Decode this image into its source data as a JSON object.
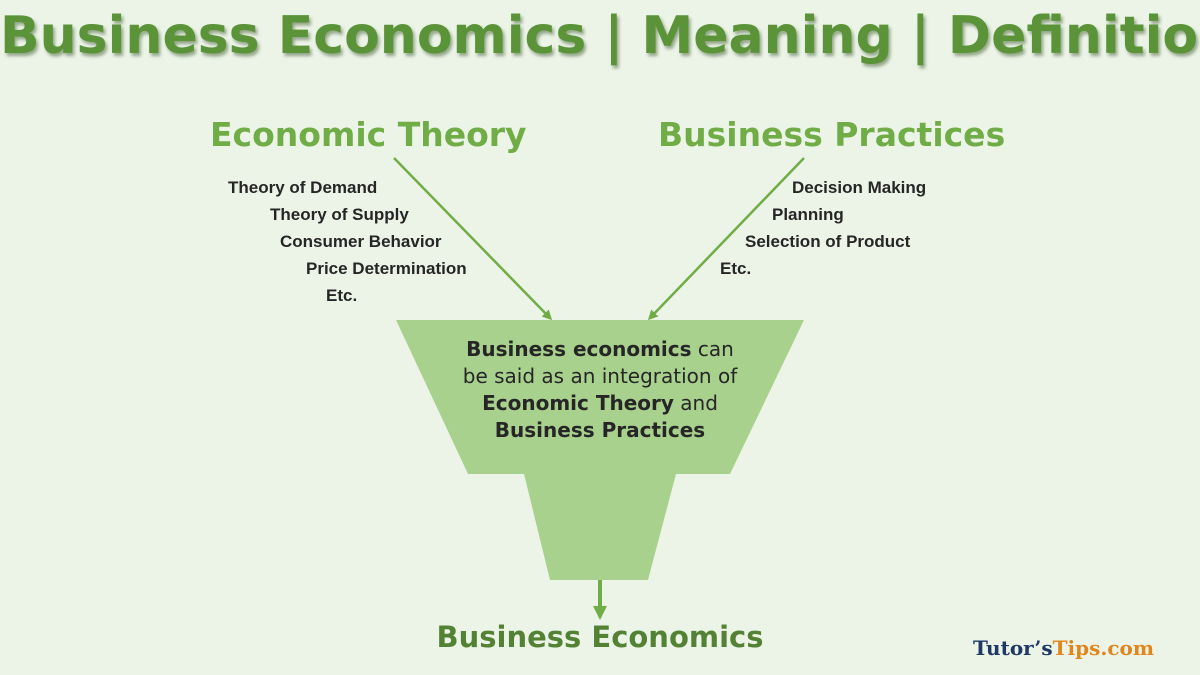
{
  "title": "Business Economics | Meaning | Definition",
  "left": {
    "heading": "Economic Theory",
    "items": [
      "Theory of Demand",
      "Theory of Supply",
      "Consumer Behavior",
      "Price Determination",
      "Etc."
    ]
  },
  "right": {
    "heading": "Business Practices",
    "items": [
      "Decision Making",
      "Planning",
      "Selection of Product",
      "Etc."
    ]
  },
  "funnel": {
    "line1_bold": "Business economics",
    "line1_rest": " can",
    "line2": "be said as an integration of",
    "line3_bold": "Economic Theory",
    "line3_rest": " and",
    "line4_bold": "Business Practices"
  },
  "result": "Business Economics",
  "brand": {
    "part1": "Tutor’s",
    "part2": "Tips.com"
  },
  "colors": {
    "accent": "#70ad47",
    "funnel": "#a9d18e",
    "dark_green": "#548235",
    "background": "#ecf4e8"
  }
}
